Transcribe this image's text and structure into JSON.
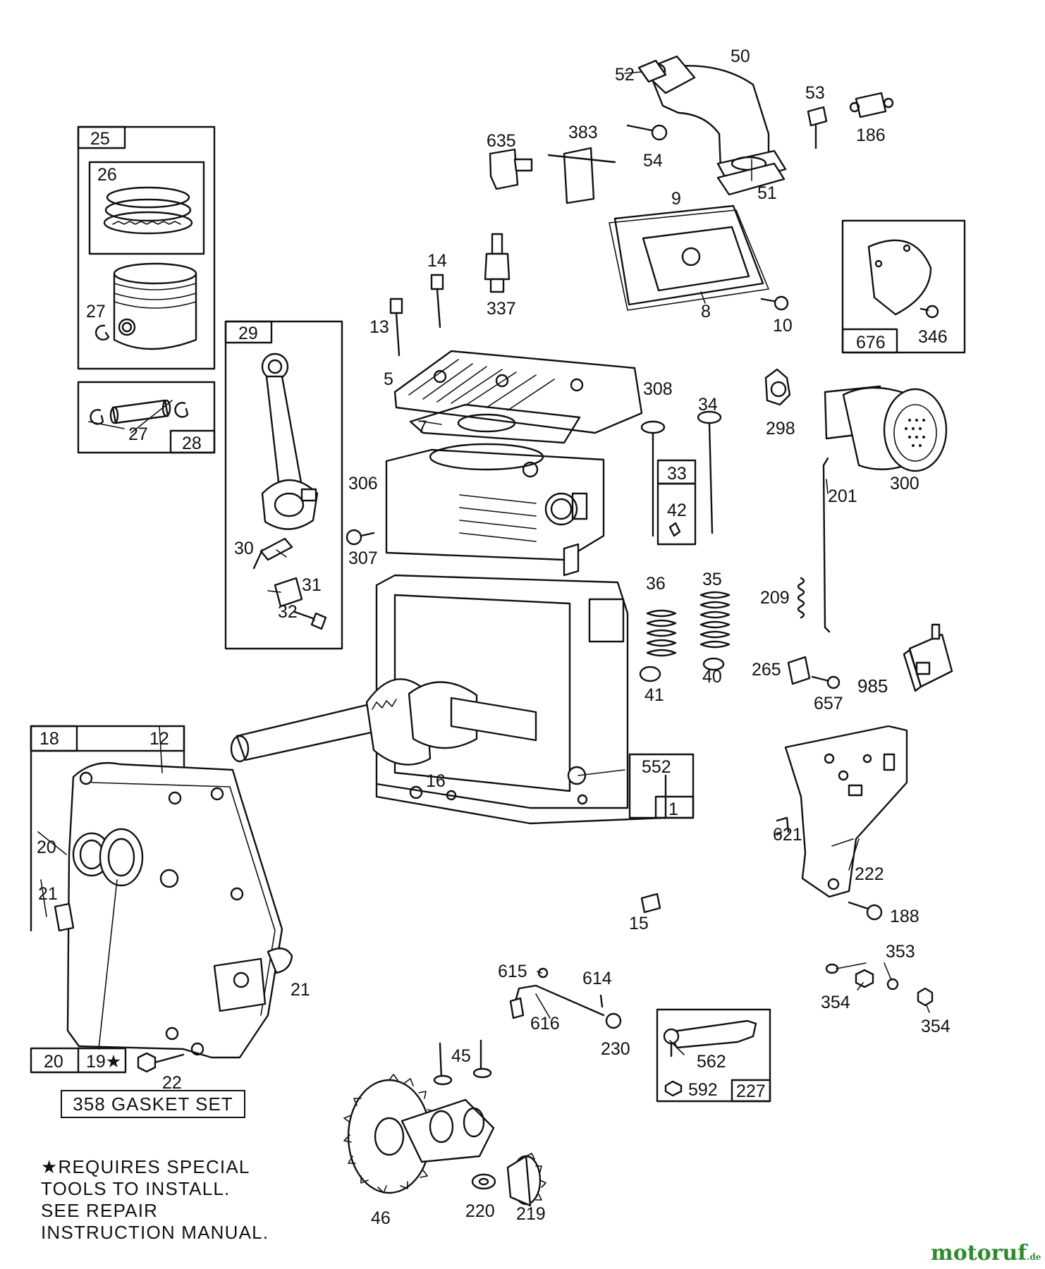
{
  "callouts": {
    "c50": "50",
    "c52": "52",
    "c53": "53",
    "c186": "186",
    "c54": "54",
    "c51": "51",
    "c635": "635",
    "c383": "383",
    "c9": "9",
    "c8": "8",
    "c10": "10",
    "c676": "676",
    "c346": "346",
    "c14": "14",
    "c13": "13",
    "c337": "337",
    "c25": "25",
    "c26": "26",
    "c27a": "27",
    "c27b": "27",
    "c28": "28",
    "c29": "29",
    "c30": "30",
    "c31": "31",
    "c32": "32",
    "c5": "5",
    "c308": "308",
    "c7": "7",
    "c306": "306",
    "c307": "307",
    "c34": "34",
    "c33": "33",
    "c42": "42",
    "c298": "298",
    "c300": "300",
    "c201": "201",
    "c36": "36",
    "c35": "35",
    "c209": "209",
    "c41": "41",
    "c40": "40",
    "c265": "265",
    "c657": "657",
    "c985": "985",
    "c18": "18",
    "c12": "12",
    "c16": "16",
    "c552": "552",
    "c1": "1",
    "c20a": "20",
    "c21a": "21",
    "c21b": "21",
    "c15": "15",
    "c621": "621",
    "c222": "222",
    "c188": "188",
    "c353": "353",
    "c354a": "354",
    "c354b": "354",
    "c615": "615",
    "c614": "614",
    "c616": "616",
    "c230": "230",
    "c45": "45",
    "c562": "562",
    "c592": "592",
    "c227": "227",
    "c20b": "20",
    "c19": "19★",
    "c22": "22",
    "c46": "46",
    "c220": "220",
    "c219": "219"
  },
  "gasket_set": "358 GASKET SET",
  "note": {
    "line1": "★REQUIRES SPECIAL",
    "line2": "TOOLS TO INSTALL.",
    "line3": "SEE REPAIR",
    "line4": "INSTRUCTION MANUAL."
  },
  "watermark": {
    "brand": "motoruf",
    "suffix": ".de"
  }
}
